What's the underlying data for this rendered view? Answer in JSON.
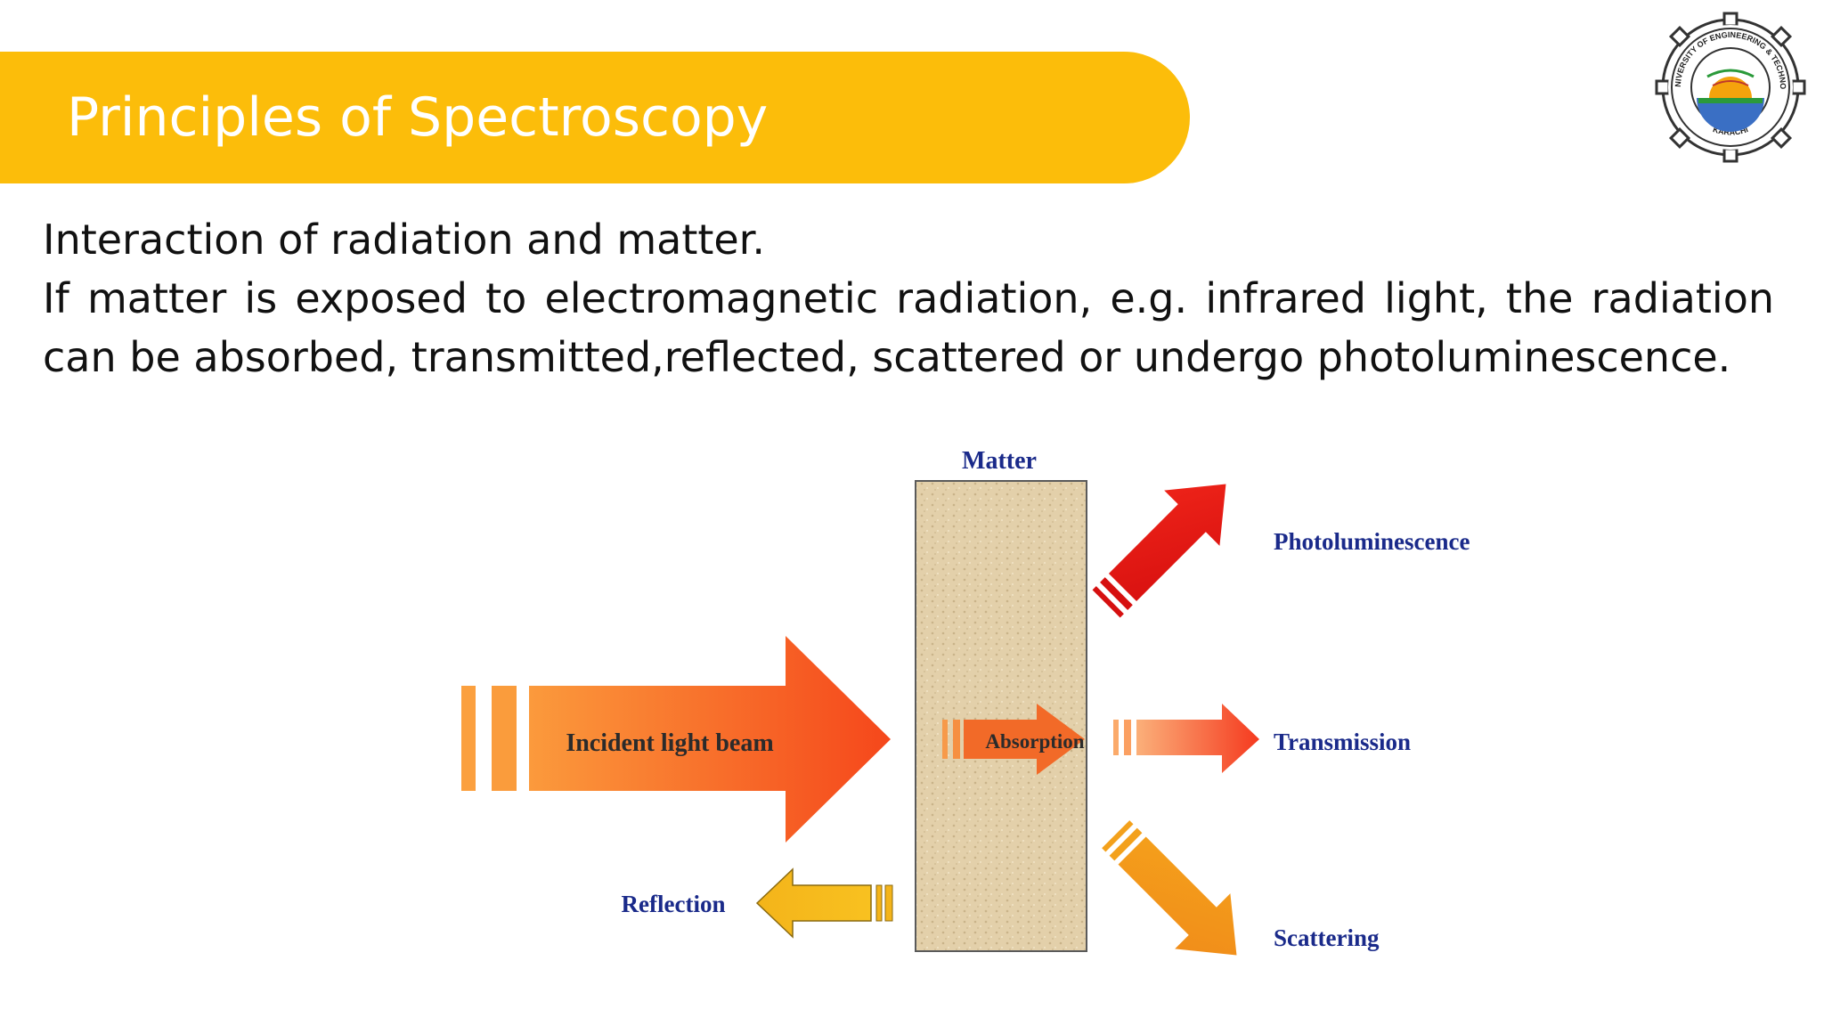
{
  "slide": {
    "title": "Principles of Spectroscopy",
    "paragraph_1": "Interaction of radiation and matter.",
    "paragraph_2": "If matter is exposed to electromagnetic radiation, e.g. infrared light, the radiation can be absorbed, transmitted,reflected, scattered or undergo photoluminescence."
  },
  "logo": {
    "text_top": "NED UNIVERSITY OF ENGINEERING & TECHNOLOGY",
    "text_bottom": "KARACHI"
  },
  "diagram": {
    "matter": "Matter",
    "incident": "Incident light beam",
    "absorption": "Absorption",
    "transmission": "Transmission",
    "photoluminescence": "Photoluminescence",
    "scattering": "Scattering",
    "reflection": "Reflection"
  },
  "colors": {
    "banner": "#fcbd0a",
    "label_blue": "#1a2a8a",
    "matter_fill": "#e2cfa8"
  }
}
